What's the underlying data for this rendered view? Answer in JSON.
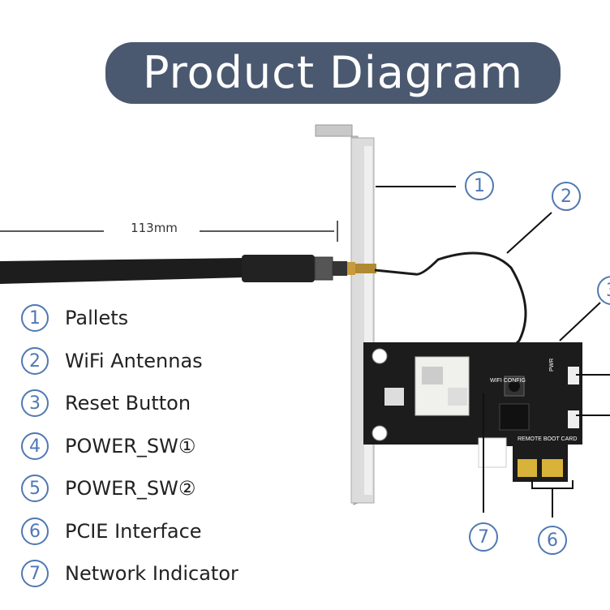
{
  "title": "Product Diagram",
  "dimension_label": "113mm",
  "legend": [
    {
      "num": "1",
      "label": "Pallets"
    },
    {
      "num": "2",
      "label": "WiFi Antennas"
    },
    {
      "num": "3",
      "label": "Reset Button"
    },
    {
      "num": "4",
      "label": "POWER_SW①"
    },
    {
      "num": "5",
      "label": "POWER_SW②"
    },
    {
      "num": "6",
      "label": "PCIE Interface"
    },
    {
      "num": "7",
      "label": "Network Indicator"
    }
  ],
  "callouts": {
    "c1": "1",
    "c2": "2",
    "c3": "3",
    "c6": "6",
    "c7": "7"
  },
  "board_labels": {
    "remote": "REMOTE BOOT CARD",
    "pwr1": "PWR",
    "wifi_config": "WIFI CONFIG"
  },
  "colors": {
    "title_bg": "#4b5970",
    "accent": "#4f78b3",
    "board": "#1c1c1c",
    "gold": "#d9b23a"
  }
}
